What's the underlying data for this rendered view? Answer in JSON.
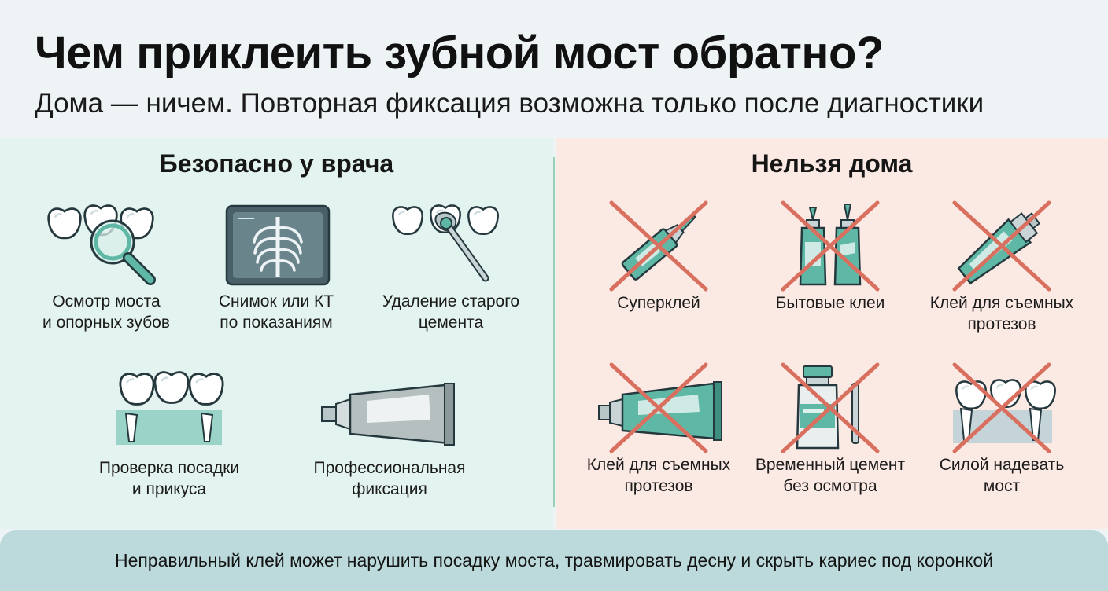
{
  "title": "Чем приклеить зубной мост обратно?",
  "subtitle": "Дома — ничем. Повторная фиксация возможна только после диагностики",
  "left_panel": {
    "heading": "Безопасно у врача",
    "items": [
      {
        "icon": "magnifier-teeth-icon",
        "label_line1": "Осмотр моста",
        "label_line2": "и опорных зубов"
      },
      {
        "icon": "xray-icon",
        "label_line1": "Снимок или КТ",
        "label_line2": "по показаниям"
      },
      {
        "icon": "scraper-tooth-icon",
        "label_line1": "Удаление старого",
        "label_line2": "цемента"
      },
      {
        "icon": "bridge-gum-icon",
        "label_line1": "Проверка посадки",
        "label_line2": "и прикуса"
      },
      {
        "icon": "cement-tube-icon",
        "label_line1": "Профессиональная",
        "label_line2": "фиксация"
      }
    ]
  },
  "right_panel": {
    "heading": "Нельзя дома",
    "items": [
      {
        "icon": "superglue-crossed-icon",
        "label_line1": "Суперклей",
        "label_line2": ""
      },
      {
        "icon": "household-glue-crossed-icon",
        "label_line1": "Бытовые клеи",
        "label_line2": ""
      },
      {
        "icon": "denture-glue-crossed-icon",
        "label_line1": "Клей для съемных",
        "label_line2": "протезов"
      },
      {
        "icon": "denture-tube-crossed-icon",
        "label_line1": "Клей для съемных",
        "label_line2": "протезов"
      },
      {
        "icon": "temp-cement-crossed-icon",
        "label_line1": "Временный цемент",
        "label_line2": "без осмотра"
      },
      {
        "icon": "bridge-force-crossed-icon",
        "label_line1": "Силой надевать",
        "label_line2": "мост"
      }
    ]
  },
  "footer": {
    "text": "Неправильный клей может нарушить посадку моста, травмировать десну и скрыть кариес под коронкой"
  },
  "colors": {
    "safe_bg": "#e3f3ef",
    "danger_bg": "#fbe9e3",
    "teal": "#5fb8a6",
    "cross_red": "#d9705f",
    "footer_bg": "#bcdadc"
  }
}
